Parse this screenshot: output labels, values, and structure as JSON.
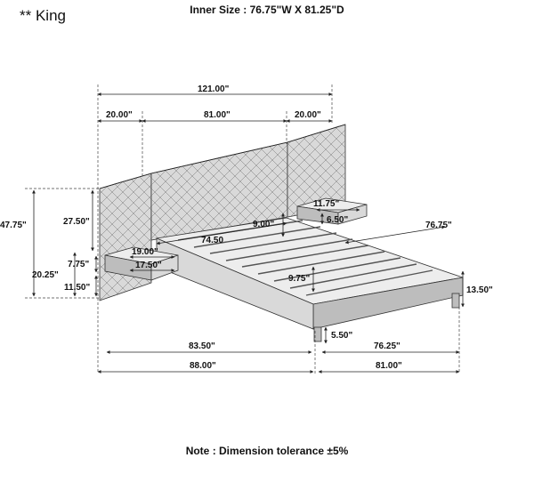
{
  "header": {
    "size_label": "** King",
    "inner_size": "Inner Size : 76.75\"W X 81.25\"D"
  },
  "footer": {
    "tolerance_note": "Note : Dimension tolerance ±5%"
  },
  "dimensions": {
    "total_width": "121.00\"",
    "side_panel_left": "20.00\"",
    "center_panel": "81.00\"",
    "side_panel_right": "20.00\"",
    "total_height": "47.75\"",
    "headboard_height": "27.50\"",
    "nightstand_height": "20.25\"",
    "nightstand_drawer_h": "7.75\"",
    "nightstand_floor_gap": "11.50\"",
    "nightstand_width": "19.00\"",
    "nightstand_depth": "17.50\"",
    "right_drawer_w": "11.75\"",
    "right_drawer_h": "6.50\"",
    "headboard_gap": "9.00\"",
    "slat_span": "74.50",
    "inner_width": "76.75\"",
    "rail_height": "9.75\"",
    "frame_height": "13.50\"",
    "leg_height": "5.50\"",
    "inner_depth": "83.50\"",
    "inner_length": "76.25\"",
    "overall_depth": "88.00\"",
    "overall_length": "81.00\""
  }
}
